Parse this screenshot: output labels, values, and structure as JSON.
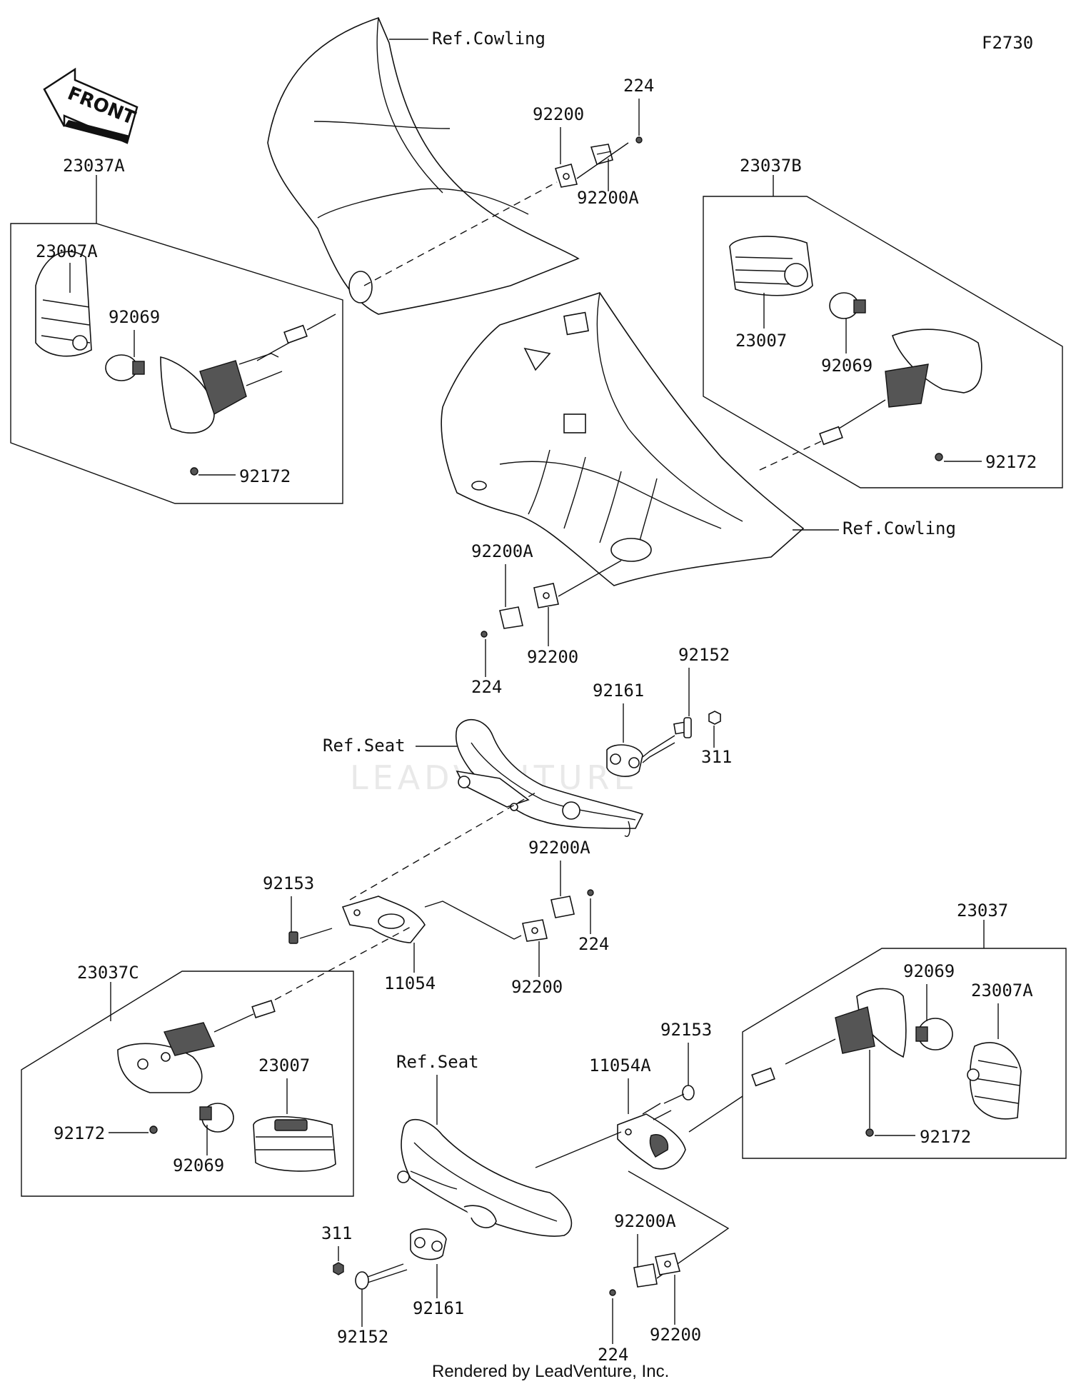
{
  "diagram_id": "F2730",
  "front_arrow_text": "FRONT",
  "watermark": "LEADVENTURE",
  "footer": "Rendered by LeadVenture, Inc.",
  "labels": {
    "ref_cowling": "Ref.Cowling",
    "ref_seat": "Ref.Seat",
    "p23037A": "23037A",
    "p23037B": "23037B",
    "p23037C": "23037C",
    "p23037": "23037",
    "p23007A": "23007A",
    "p23007": "23007",
    "p92069": "92069",
    "p92172": "92172",
    "p92200": "92200",
    "p92200A": "92200A",
    "p224": "224",
    "p92152": "92152",
    "p92153": "92153",
    "p92161": "92161",
    "p311": "311",
    "p11054": "11054",
    "p11054A": "11054A"
  }
}
